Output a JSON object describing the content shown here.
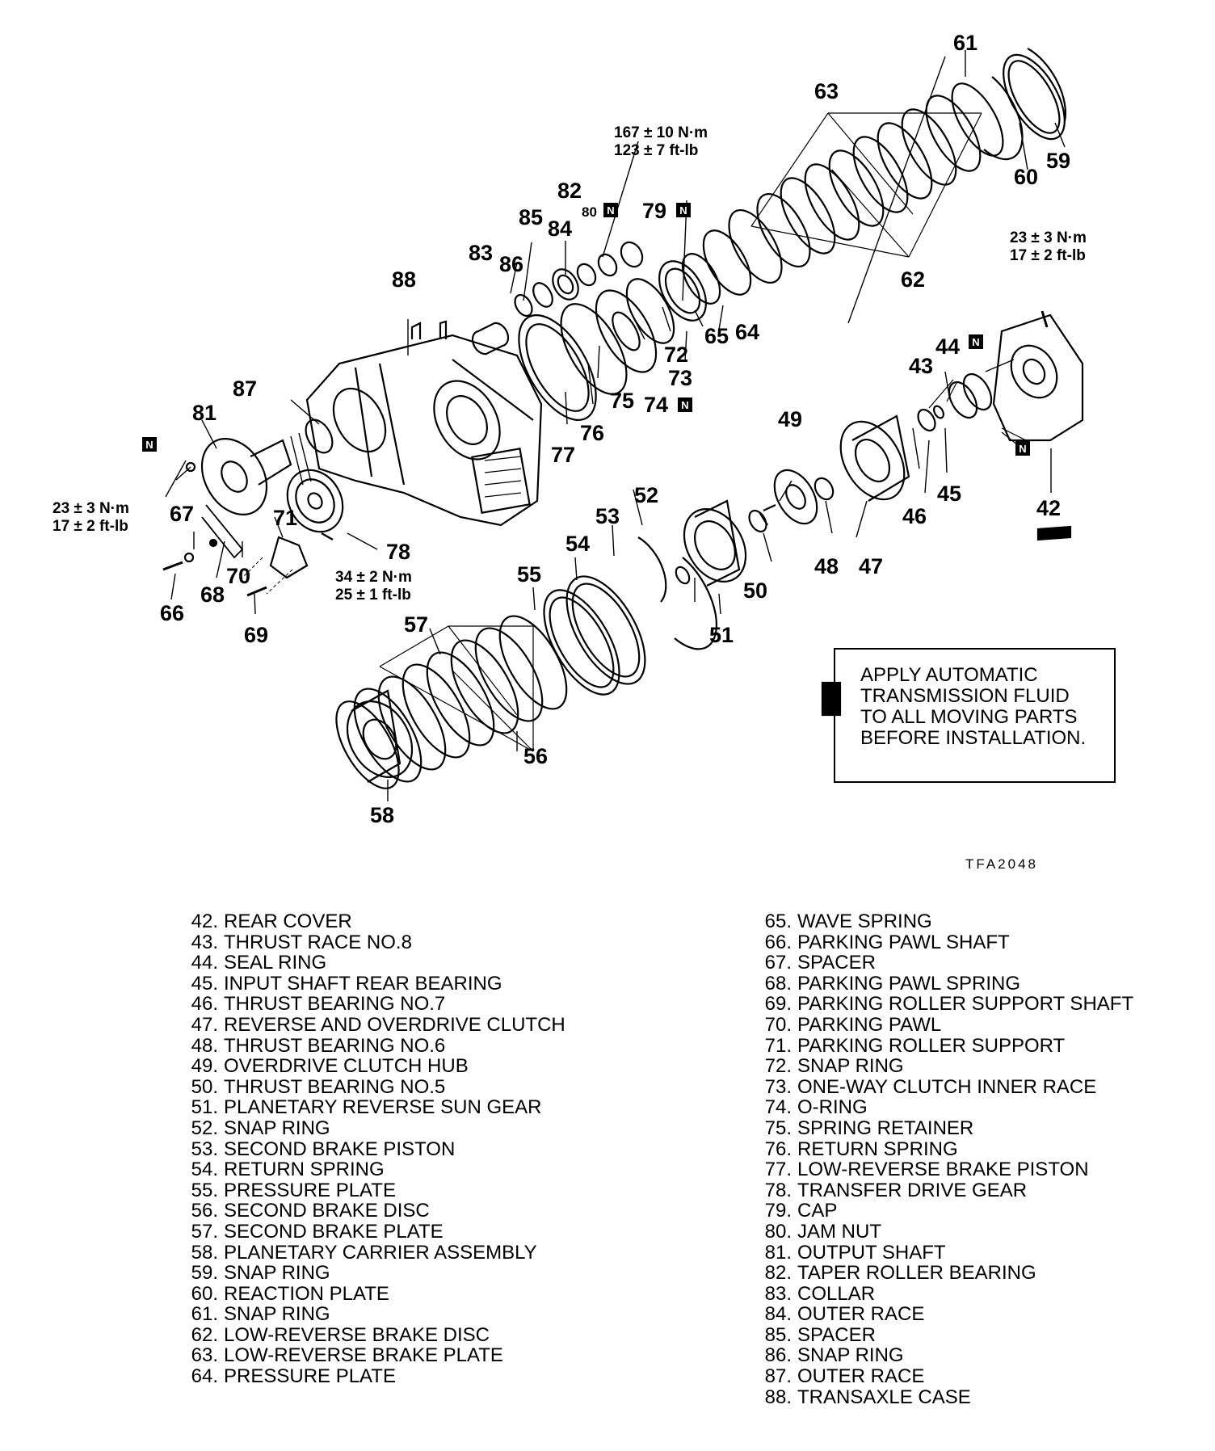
{
  "figure_id": "TFA2048",
  "note_lines": [
    "APPLY AUTOMATIC",
    "TRANSMISSION FLUID",
    "TO ALL MOVING PARTS",
    "BEFORE INSTALLATION."
  ],
  "torque": {
    "t80_nm": "167 ± 10 N·m",
    "t80_ftlb": "123 ± 7 ft-lb",
    "t42_nm": "23 ± 3 N·m",
    "t42_ftlb": "17 ± 2 ft-lb",
    "t81_nm": "23 ± 3 N·m",
    "t81_ftlb": "17 ± 2 ft-lb",
    "t71_nm": "34 ± 2 N·m",
    "t71_ftlb": "25 ± 1 ft-lb"
  },
  "n_mark": "N",
  "callouts": {
    "c42": "42",
    "c43": "43",
    "c44": "44",
    "c45": "45",
    "c46": "46",
    "c47": "47",
    "c48": "48",
    "c49": "49",
    "c50": "50",
    "c51": "51",
    "c52": "52",
    "c53": "53",
    "c54": "54",
    "c55": "55",
    "c56": "56",
    "c57": "57",
    "c58": "58",
    "c59": "59",
    "c60": "60",
    "c61": "61",
    "c62": "62",
    "c63": "63",
    "c64": "64",
    "c65": "65",
    "c66": "66",
    "c67": "67",
    "c68": "68",
    "c69": "69",
    "c70": "70",
    "c71": "71",
    "c72": "72",
    "c73": "73",
    "c74": "74",
    "c75": "75",
    "c76": "76",
    "c77": "77",
    "c78": "78",
    "c79": "79",
    "c80": "80",
    "c81": "81",
    "c82": "82",
    "c83": "83",
    "c84": "84",
    "c85": "85",
    "c86": "86",
    "c87": "87",
    "c88": "88"
  },
  "legend_left": [
    {
      "num": "42.",
      "text": "REAR COVER"
    },
    {
      "num": "43.",
      "text": "THRUST RACE NO.8"
    },
    {
      "num": "44.",
      "text": "SEAL RING"
    },
    {
      "num": "45.",
      "text": "INPUT SHAFT REAR BEARING"
    },
    {
      "num": "46.",
      "text": "THRUST BEARING NO.7"
    },
    {
      "num": "47.",
      "text": "REVERSE AND OVERDRIVE CLUTCH"
    },
    {
      "num": "48.",
      "text": "THRUST BEARING NO.6"
    },
    {
      "num": "49.",
      "text": "OVERDRIVE CLUTCH HUB"
    },
    {
      "num": "50.",
      "text": "THRUST BEARING NO.5"
    },
    {
      "num": "51.",
      "text": "PLANETARY REVERSE SUN GEAR"
    },
    {
      "num": "52.",
      "text": "SNAP RING"
    },
    {
      "num": "53.",
      "text": "SECOND BRAKE PISTON"
    },
    {
      "num": "54.",
      "text": "RETURN SPRING"
    },
    {
      "num": "55.",
      "text": "PRESSURE PLATE"
    },
    {
      "num": "56.",
      "text": "SECOND BRAKE DISC"
    },
    {
      "num": "57.",
      "text": "SECOND BRAKE PLATE"
    },
    {
      "num": "58.",
      "text": "PLANETARY CARRIER ASSEMBLY"
    },
    {
      "num": "59.",
      "text": "SNAP RING"
    },
    {
      "num": "60.",
      "text": "REACTION PLATE"
    },
    {
      "num": "61.",
      "text": "SNAP RING"
    },
    {
      "num": "62.",
      "text": "LOW-REVERSE BRAKE DISC"
    },
    {
      "num": "63.",
      "text": "LOW-REVERSE BRAKE PLATE"
    },
    {
      "num": "64.",
      "text": "PRESSURE PLATE"
    }
  ],
  "legend_right": [
    {
      "num": "65.",
      "text": "WAVE SPRING"
    },
    {
      "num": "66.",
      "text": "PARKING PAWL SHAFT"
    },
    {
      "num": "67.",
      "text": "SPACER"
    },
    {
      "num": "68.",
      "text": "PARKING PAWL SPRING"
    },
    {
      "num": "69.",
      "text": "PARKING ROLLER SUPPORT SHAFT"
    },
    {
      "num": "70.",
      "text": "PARKING PAWL"
    },
    {
      "num": "71.",
      "text": "PARKING ROLLER SUPPORT"
    },
    {
      "num": "72.",
      "text": "SNAP RING"
    },
    {
      "num": "73.",
      "text": "ONE-WAY CLUTCH INNER RACE"
    },
    {
      "num": "74.",
      "text": "O-RING"
    },
    {
      "num": "75.",
      "text": "SPRING RETAINER"
    },
    {
      "num": "76.",
      "text": "RETURN SPRING"
    },
    {
      "num": "77.",
      "text": "LOW-REVERSE BRAKE PISTON"
    },
    {
      "num": "78.",
      "text": "TRANSFER DRIVE GEAR"
    },
    {
      "num": "79.",
      "text": "CAP"
    },
    {
      "num": "80.",
      "text": "JAM NUT"
    },
    {
      "num": "81.",
      "text": "OUTPUT SHAFT"
    },
    {
      "num": "82.",
      "text": "TAPER ROLLER BEARING"
    },
    {
      "num": "83.",
      "text": "COLLAR"
    },
    {
      "num": "84.",
      "text": "OUTER RACE"
    },
    {
      "num": "85.",
      "text": "SPACER"
    },
    {
      "num": "86.",
      "text": "SNAP RING"
    },
    {
      "num": "87.",
      "text": "OUTER RACE"
    },
    {
      "num": "88.",
      "text": "TRANSAXLE CASE"
    }
  ]
}
